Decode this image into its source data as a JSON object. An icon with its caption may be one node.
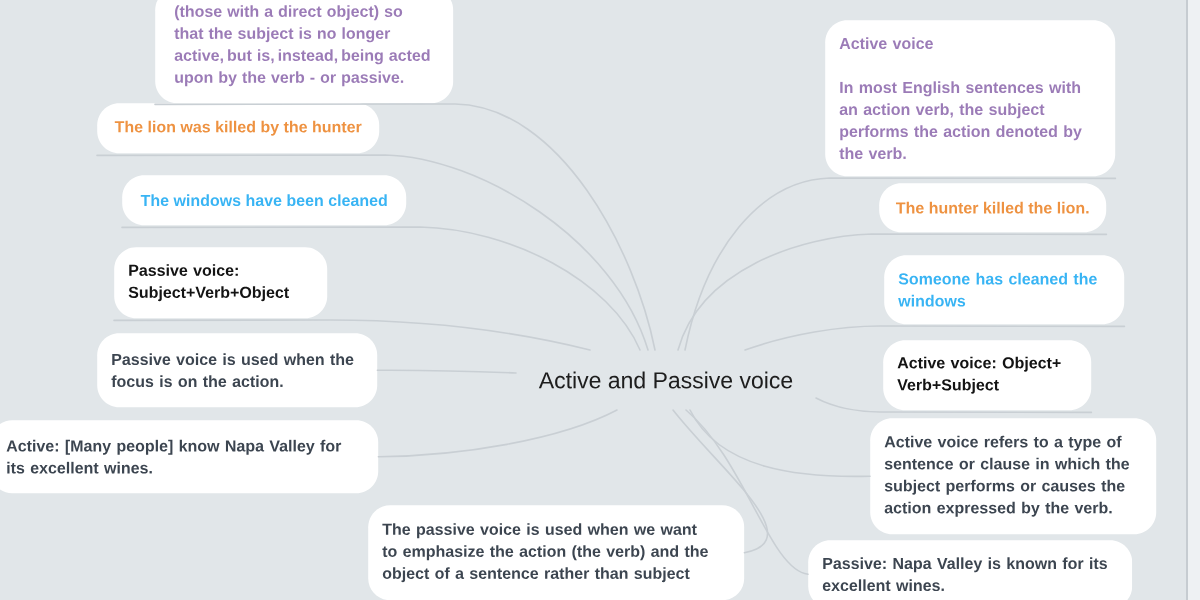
{
  "diagram": {
    "nodes": [
      {
        "text": [
          "Active and Passive voice"
        ]
      },
      {
        "text": [
          "(those with a direct object) so that the subject is no longer active, but is, instead, being acted upon by the verb - or passive."
        ]
      },
      {
        "text": [
          "The lion was killed by the hunter"
        ]
      },
      {
        "text": [
          "The windows have been cleaned"
        ]
      },
      {
        "text": [
          "Passive voice: Subject+Verb+Object"
        ]
      },
      {
        "text": [
          "Passive voice is used when the focus is on the action."
        ]
      },
      {
        "text": [
          "Active: [Many people] know Napa Valley for its excellent wines."
        ]
      },
      {
        "text": [
          "The passive voice is used when we want to emphasize the action (the verb) and the object of a sentence rather than subject"
        ]
      },
      {
        "text": [
          "Active voice",
          "In most English sentences with an action verb, the subject performs the action denoted by the verb."
        ]
      },
      {
        "text": [
          "The hunter killed the lion."
        ]
      },
      {
        "text": [
          "Someone has cleaned the windows"
        ]
      },
      {
        "text": [
          "Active voice: Object+ Verb+Subject"
        ]
      },
      {
        "text": [
          "Active voice refers to a type of sentence or clause in which the subject performs or causes the action expressed by the verb."
        ]
      },
      {
        "text": [
          "Passive: Napa Valley is known for its excellent wines."
        ]
      }
    ],
    "edges": [
      {
        "from": 0,
        "to": 1,
        "arrow": "none"
      },
      {
        "from": 0,
        "to": 2,
        "arrow": "none"
      },
      {
        "from": 0,
        "to": 3,
        "arrow": "none"
      },
      {
        "from": 0,
        "to": 4,
        "arrow": "none"
      },
      {
        "from": 0,
        "to": 5,
        "arrow": "none"
      },
      {
        "from": 0,
        "to": 6,
        "arrow": "none"
      },
      {
        "from": 0,
        "to": 7,
        "arrow": "none"
      },
      {
        "from": 0,
        "to": 8,
        "arrow": "none"
      },
      {
        "from": 0,
        "to": 9,
        "arrow": "none"
      },
      {
        "from": 0,
        "to": 10,
        "arrow": "none"
      },
      {
        "from": 0,
        "to": 11,
        "arrow": "none"
      },
      {
        "from": 0,
        "to": 12,
        "arrow": "none"
      },
      {
        "from": 0,
        "to": 13,
        "arrow": "none"
      }
    ]
  }
}
